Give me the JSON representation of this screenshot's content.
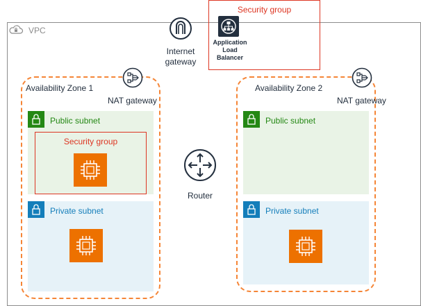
{
  "vpc": {
    "label": "VPC",
    "icon": "cloud-lock-icon"
  },
  "internet_gateway": {
    "line1": "Internet",
    "line2": "gateway",
    "icon": "internet-gateway-icon"
  },
  "top_security_group": {
    "label": "Security group"
  },
  "alb": {
    "line1": "Application",
    "line2": "Load",
    "line3": "Balancer",
    "icon": "load-balancer-icon"
  },
  "router": {
    "label": "Router",
    "icon": "router-icon"
  },
  "az1": {
    "label": "Availability Zone 1",
    "nat_label": "NAT gateway",
    "public_subnet": "Public subnet",
    "security_group": "Security group",
    "private_subnet": "Private subnet"
  },
  "az2": {
    "label": "Availability Zone 2",
    "nat_label": "NAT gateway",
    "public_subnet": "Public subnet",
    "private_subnet": "Private subnet"
  },
  "colors": {
    "az_border": "#f58536",
    "public_subnet_bg": "#e9f3e6",
    "private_subnet_bg": "#e6f2f8",
    "public_accent": "#248814",
    "private_accent": "#147eba",
    "security_group": "#dd3522",
    "ec2": "#ed7100"
  }
}
